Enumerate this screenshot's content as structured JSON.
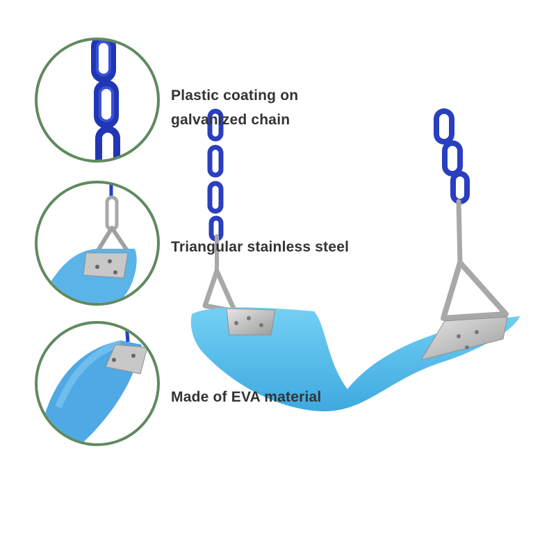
{
  "callouts": [
    {
      "line1": "Plastic coating on",
      "line2": "galvanized chain",
      "icon": "chain-icon"
    },
    {
      "line1": "Triangular stainless steel",
      "icon": "triangle-bracket-icon"
    },
    {
      "line1": "Made of EVA material",
      "icon": "seat-icon"
    }
  ],
  "colors": {
    "circle_border": "#5f8a5f",
    "chain_blue": "#2a3fbf",
    "seat_blue": "#5bc2ee",
    "steel": "#b5b5b5",
    "text": "#333333"
  }
}
